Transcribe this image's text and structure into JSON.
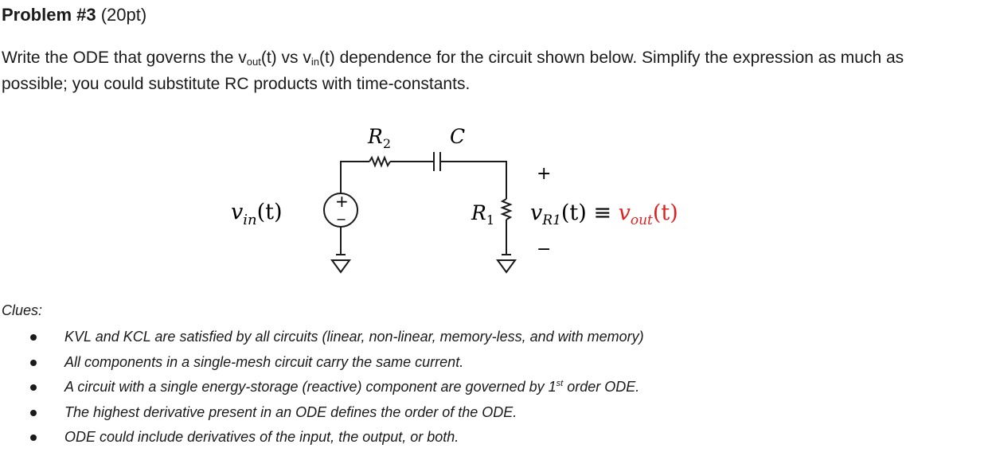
{
  "title": {
    "bold": "Problem #3",
    "points": " (20pt)"
  },
  "paragraph": {
    "p1": "Write the ODE that governs the v",
    "sub_out": "out",
    "p2": "(t) vs v",
    "sub_in": "in",
    "p3": "(t) dependence for the circuit shown below. Simplify the expression as much as possible; you could substitute RC products with time-constants."
  },
  "circuit": {
    "r2_label": "R",
    "r2_sub": "2",
    "c_label": "C",
    "vin_label": "v",
    "vin_sub": "in",
    "vin_arg": "(t)",
    "source_plus": "+",
    "source_minus": "−",
    "r1_label": "R",
    "r1_sub": "1",
    "vr1_label": "v",
    "vr1_sub": "R1",
    "vr1_arg": "(t) ≡ ",
    "vout_label": "v",
    "vout_sub": "out",
    "vout_arg": "(t)",
    "out_plus": "+",
    "out_minus": "−",
    "vout_color": "#e02020"
  },
  "clues": {
    "label": "Clues:",
    "items": [
      "KVL and KCL are satisfied by all circuits (linear, non-linear, memory-less, and with memory)",
      "All components in a single-mesh circuit carry the same current.",
      "A circuit with a single energy-storage (reactive) component are governed by 1",
      "The highest derivative present in an ODE defines the order of the ODE.",
      "ODE could include derivatives of the input, the output, or both."
    ],
    "item3_sup": "st",
    "item3_tail": " order ODE."
  }
}
